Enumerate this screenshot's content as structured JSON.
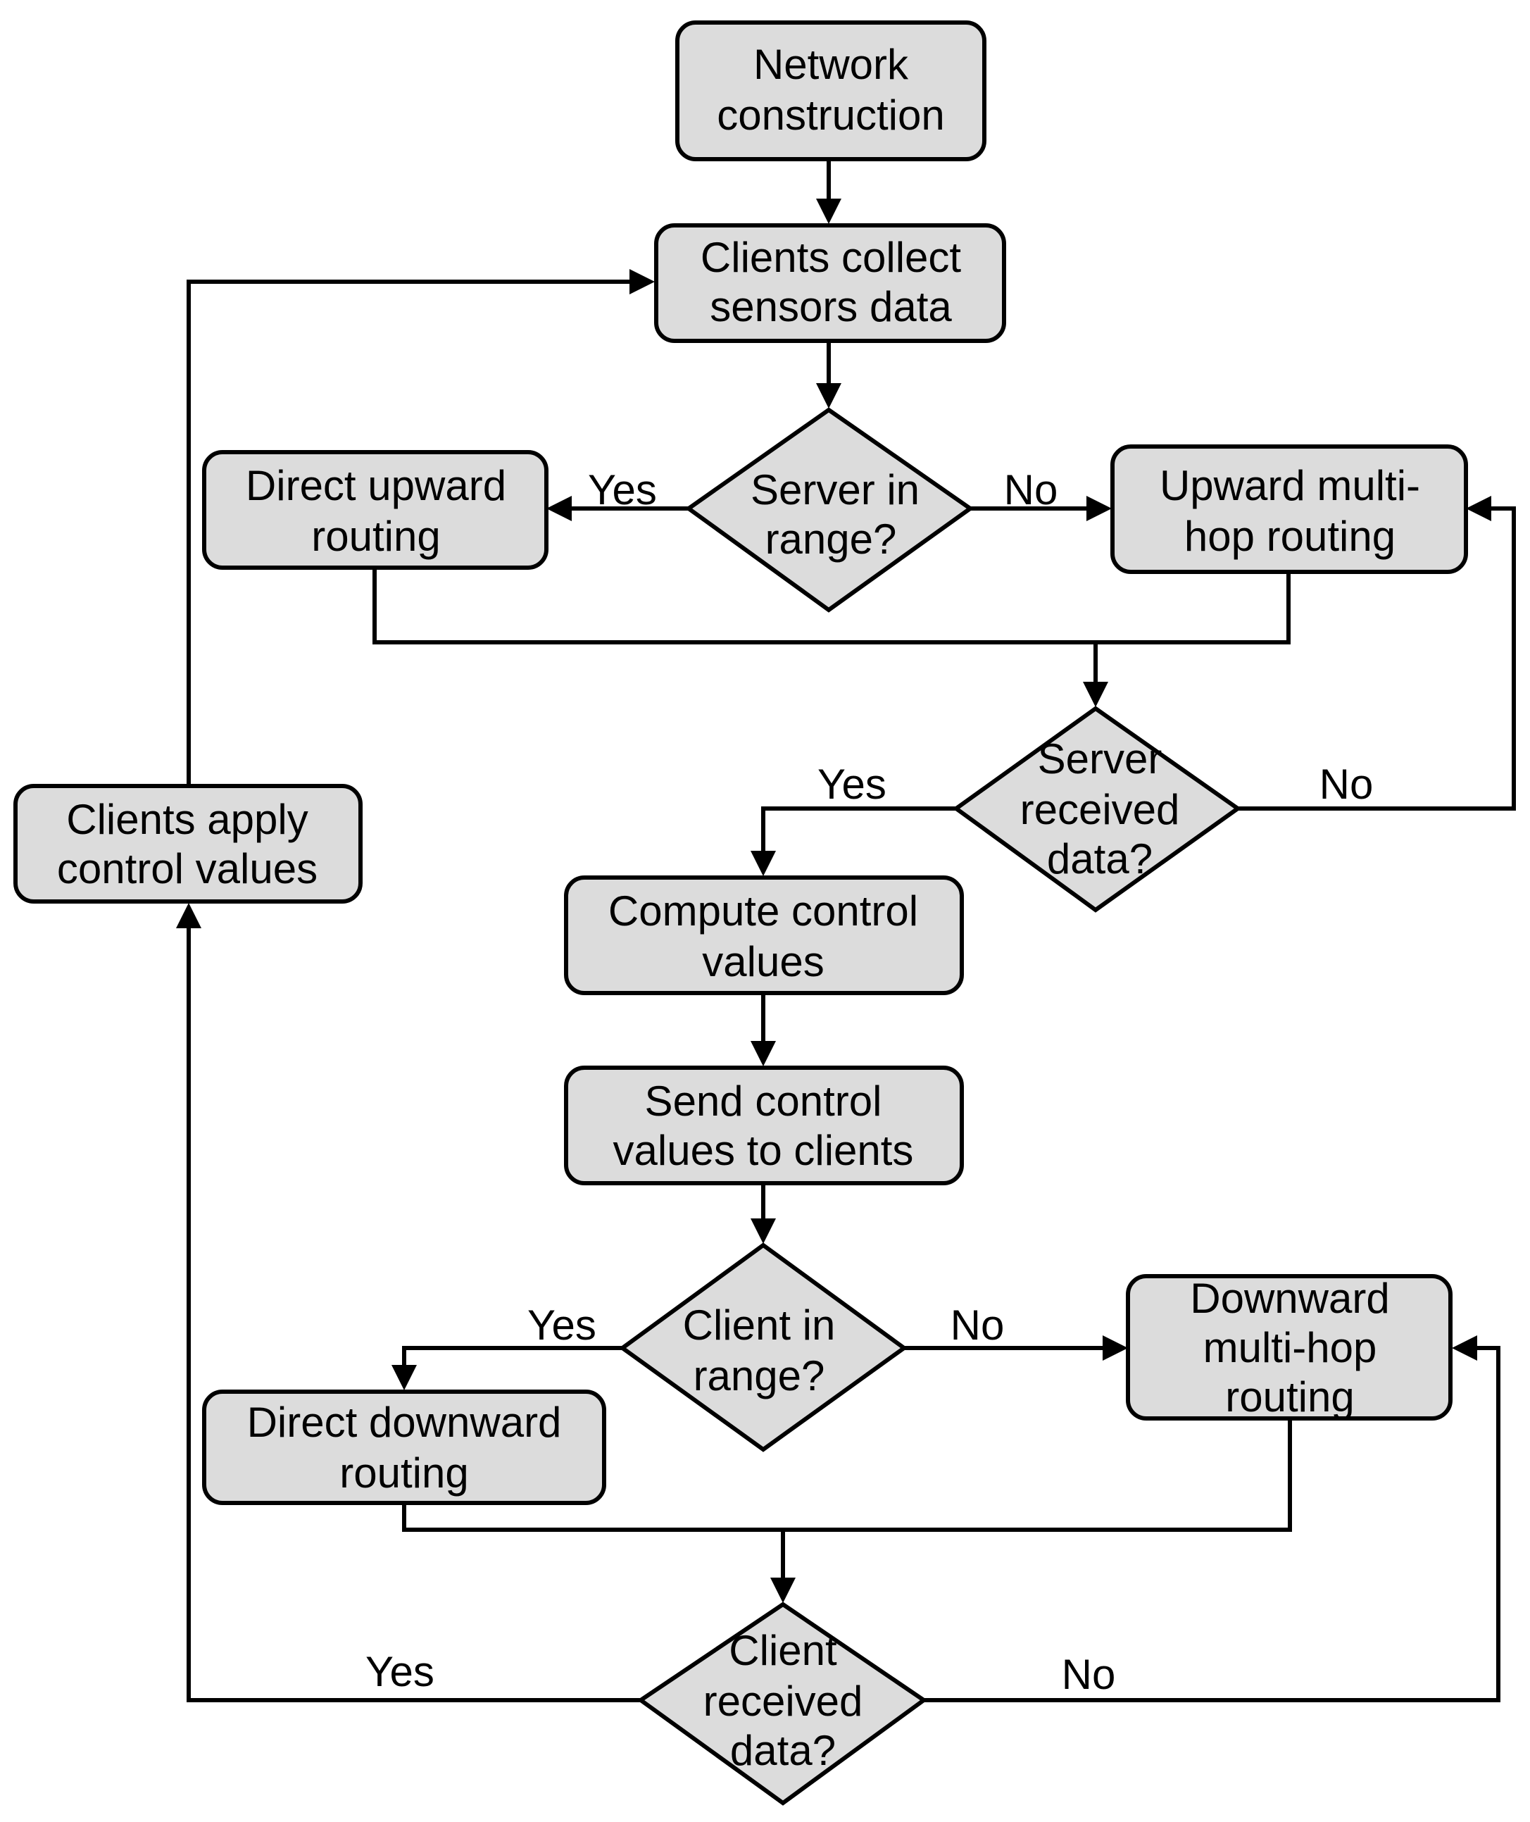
{
  "flowchart": {
    "nodes": {
      "network_construction": {
        "lines": [
          "Network",
          "construction"
        ]
      },
      "clients_collect": {
        "lines": [
          "Clients collect",
          "sensors data"
        ]
      },
      "server_in_range": {
        "lines": [
          "Server in",
          "range?"
        ]
      },
      "direct_upward": {
        "lines": [
          "Direct upward",
          "routing"
        ]
      },
      "upward_multihop": {
        "lines": [
          "Upward multi-",
          "hop routing"
        ]
      },
      "server_received": {
        "lines": [
          "Server",
          "received",
          "data?"
        ]
      },
      "compute_control": {
        "lines": [
          "Compute control",
          "values"
        ]
      },
      "send_control": {
        "lines": [
          "Send control",
          "values to clients"
        ]
      },
      "client_in_range": {
        "lines": [
          "Client in",
          "range?"
        ]
      },
      "direct_downward": {
        "lines": [
          "Direct downward",
          "routing"
        ]
      },
      "downward_multihop": {
        "lines": [
          "Downward",
          "multi-hop",
          "routing"
        ]
      },
      "client_received": {
        "lines": [
          "Client",
          "received",
          "data?"
        ]
      },
      "clients_apply": {
        "lines": [
          "Clients apply",
          "control values"
        ]
      }
    },
    "edge_labels": {
      "server_in_range_yes": "Yes",
      "server_in_range_no": "No",
      "server_received_yes": "Yes",
      "server_received_no": "No",
      "client_in_range_yes": "Yes",
      "client_in_range_no": "No",
      "client_received_yes": "Yes",
      "client_received_no": "No"
    }
  }
}
